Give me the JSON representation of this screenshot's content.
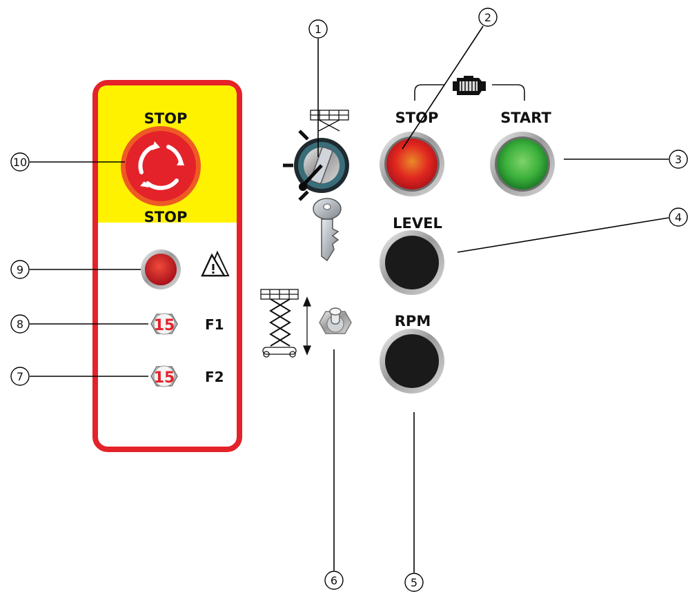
{
  "colors": {
    "panel_border": "#e4222a",
    "panel_yellow": "#fff200",
    "estop_red": "#e4222a",
    "estop_ring": "#ee5a24",
    "stop_button": "#e0261f",
    "start_button": "#3cb13c",
    "black_button": "#1a1a1a",
    "fuse_number": "#e4222a"
  },
  "panel": {
    "estop_top_label": "STOP",
    "estop_bottom_label": "STOP",
    "rows": [
      {
        "callout": "9",
        "label": "",
        "icon": "warning-lamp-icon"
      },
      {
        "callout": "8",
        "fuse": "15",
        "label": "F1"
      },
      {
        "callout": "7",
        "fuse": "15",
        "label": "F2"
      }
    ],
    "estop_callout": "10"
  },
  "controls": {
    "key_switch_callout": "1",
    "engine_icon": "engine-icon",
    "stop": {
      "label": "STOP",
      "callout": "2"
    },
    "start": {
      "label": "START",
      "callout": "3"
    },
    "level": {
      "label": "LEVEL",
      "callout": "4"
    },
    "rpm": {
      "label": "RPM",
      "callout": "5"
    },
    "lift_toggle_callout": "6"
  }
}
